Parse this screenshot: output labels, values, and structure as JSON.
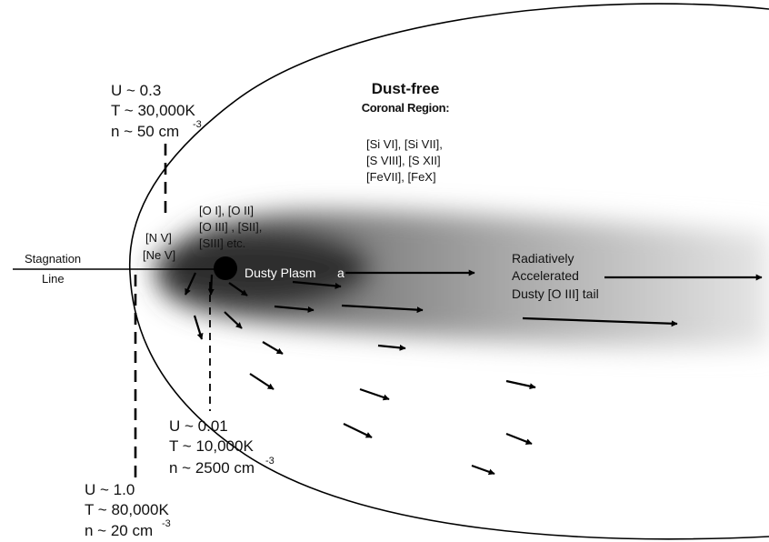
{
  "labels": {
    "top_params": {
      "u": "U ~ 0.3",
      "t": "T ~ 30,000K",
      "n": "n ~ 50 cm",
      "n_exp": "-3"
    },
    "mid_params": {
      "u": "U ~ 0.01",
      "t": "T ~ 10,000K",
      "n": "n ~ 2500 cm",
      "n_exp": "-3"
    },
    "bottom_params": {
      "u": "U ~ 1.0",
      "t": "T ~ 80,000K",
      "n": "n ~ 20 cm",
      "n_exp": "-3"
    },
    "dust_free": {
      "title": "Dust-free",
      "subtitle": "Coronal Region:"
    },
    "coronal_lines": [
      "[Si VI], [Si VII],",
      "[S VIII], [S XII]",
      "[FeVII], [FeX]"
    ],
    "low_ion_lines": [
      "[O I], [O II]",
      "[O III] , [SII],",
      "[SIII] etc."
    ],
    "hi_ion_lines": [
      "[N V]",
      "[Ne V]"
    ],
    "stagnation": [
      "Stagnation",
      "Line"
    ],
    "dusty_plasma": "Dusty Plasm",
    "dusty_plasma_tail": "a",
    "tail": [
      "Radiatively",
      "Accelerated",
      "Dusty [O III] tail"
    ]
  },
  "colors": {
    "line": "#000000",
    "plasma_core": "#2b2b2b",
    "background": "#ffffff"
  }
}
